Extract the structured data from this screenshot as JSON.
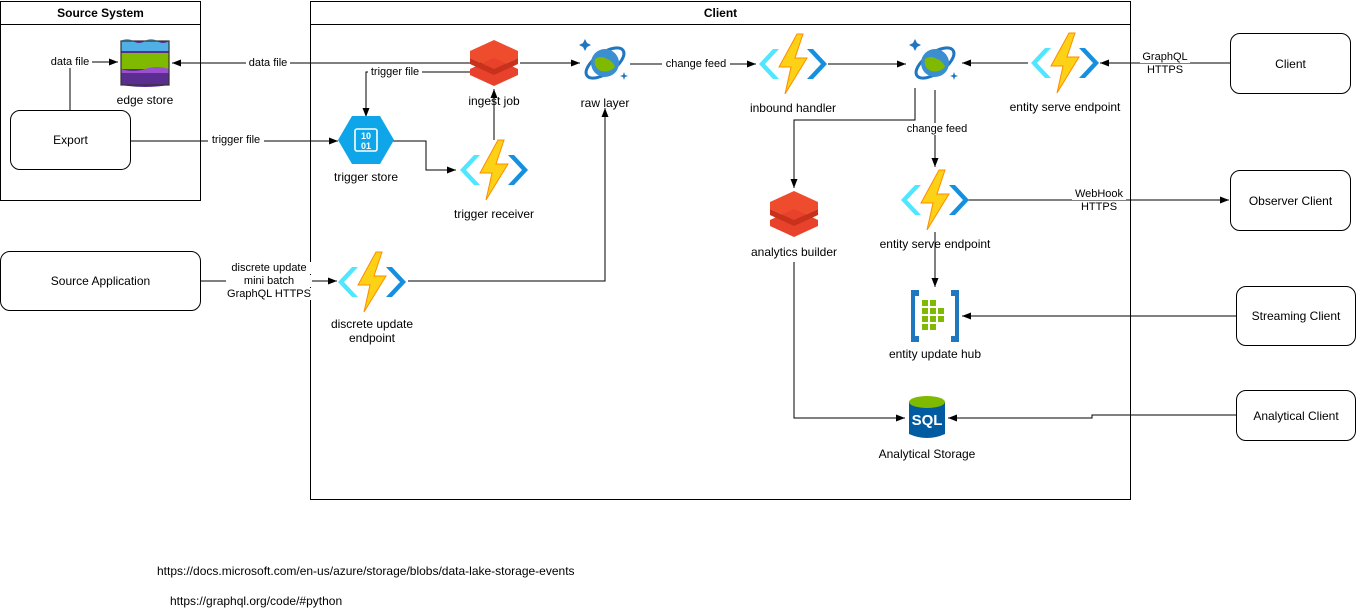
{
  "groups": {
    "source_system": "Source System",
    "client": "Client"
  },
  "external": {
    "export": "Export",
    "source_application": "Source Application",
    "client": "Client",
    "observer_client": "Observer Client",
    "streaming_client": "Streaming Client",
    "analytical_client": "Analytical Client"
  },
  "components": {
    "edge_store": "edge store",
    "ingest_job": "ingest job",
    "raw_layer": "raw layer",
    "inbound_handler": "inbound handler",
    "entity_serve_endpoint_top": "entity serve endpoint",
    "trigger_store": "trigger store",
    "trigger_receiver": "trigger receiver",
    "analytics_builder": "analytics builder",
    "entity_serve_endpoint_mid": "entity serve endpoint",
    "discrete_update_endpoint_line1": "discrete update",
    "discrete_update_endpoint_line2": "endpoint",
    "entity_update_hub": "entity update hub",
    "analytical_storage": "Analytical Storage"
  },
  "edge_labels": {
    "data_file_export": "data file",
    "data_file_ingest": "data file",
    "trigger_file_ingest": "trigger file",
    "trigger_file_export": "trigger file",
    "change_feed_raw": "change feed",
    "change_feed_cosmos": "change feed",
    "graphql_line1": "GraphQL",
    "graphql_line2": "HTTPS",
    "webhook_line1": "WebHook",
    "webhook_line2": "HTTPS",
    "discrete_line1": "discrete update",
    "discrete_line2": "mini batch",
    "discrete_line3": "GraphQL HTTPS"
  },
  "icons": {
    "edge_store": "data-lake-icon",
    "ingest_job": "databricks-icon",
    "raw_layer": "cosmos-db-icon",
    "functions": "azure-function-icon",
    "trigger_store": "storage-queue-icon",
    "entity_update_hub": "event-hub-icon",
    "analytical_storage": "sql-database-icon"
  },
  "icon_glyphs": {
    "queue_line1": "10",
    "queue_line2": "01",
    "sql": "SQL"
  },
  "colors": {
    "function_yellow": "#fcd116",
    "function_orange": "#ff8c00",
    "function_blue": "#50e6ff",
    "function_blue_dark": "#1490df",
    "databricks_red": "#e8412c",
    "cosmos_blue": "#1f77c0",
    "sql_blue": "#005ba1",
    "green": "#7fba00"
  },
  "references": [
    "https://docs.microsoft.com/en-us/azure/storage/blobs/data-lake-storage-events",
    "https://graphql.org/code/#python"
  ]
}
